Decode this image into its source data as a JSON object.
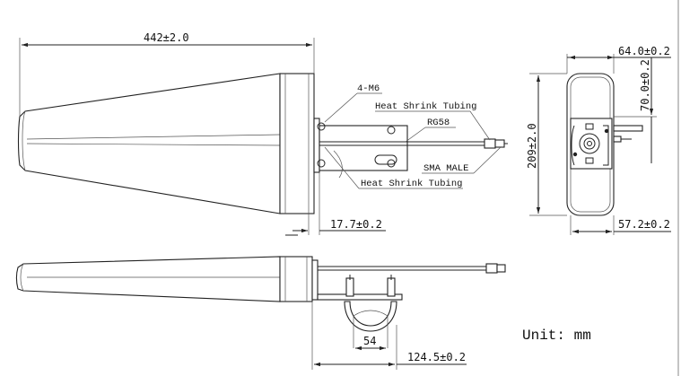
{
  "dimensions": {
    "overall_length": "442±2.0",
    "rear_depth": "17.7±0.2",
    "width_top": "64.0±0.2",
    "height_right": "70.0±0.2",
    "total_height": "209±2.0",
    "width_bottom": "57.2±0.2",
    "pole_clamp": "54",
    "side_depth": "124.5±0.2"
  },
  "callouts": {
    "bolts": "4-M6",
    "heat_shrink_top": "Heat Shrink Tubing",
    "cable": "RG58",
    "connector": "SMA MALE",
    "heat_shrink_bottom": "Heat Shrink Tubing"
  },
  "unit_note": "Unit: mm"
}
